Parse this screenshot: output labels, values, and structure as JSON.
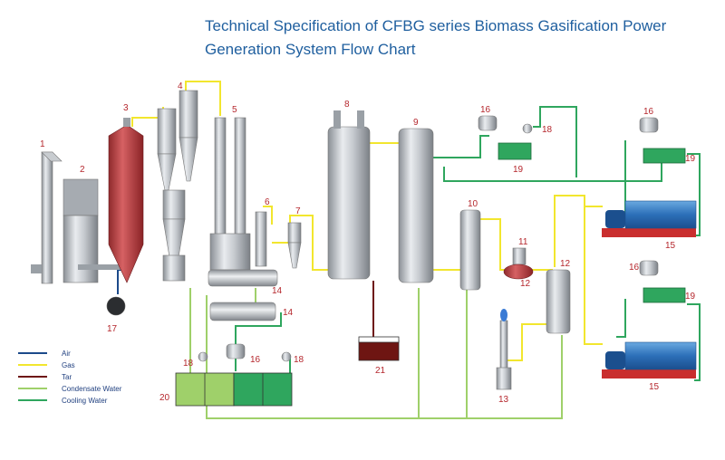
{
  "title": {
    "line1": "Technical Specification of CFBG series Biomass Gasification Power",
    "line2": "Generation System Flow Chart"
  },
  "colors": {
    "air": "#1c4a8a",
    "gas": "#f2e62e",
    "tar": "#6e1512",
    "condensate_water": "#9fd06a",
    "cooling_water": "#2fa65e",
    "label": "#b5272d",
    "title": "#1f5f9f"
  },
  "legend": [
    {
      "label": "Air",
      "key": "air"
    },
    {
      "label": "Gas",
      "key": "gas"
    },
    {
      "label": "Tar",
      "key": "tar"
    },
    {
      "label": "Condensate Water",
      "key": "condensate_water"
    },
    {
      "label": "Cooling Water",
      "key": "cooling_water"
    }
  ],
  "labels": {
    "n1": "1",
    "n2": "2",
    "n3": "3",
    "n4": "4",
    "n5": "5",
    "n6": "6",
    "n7": "7",
    "n8": "8",
    "n9": "9",
    "n10": "10",
    "n11": "11",
    "n12a": "12",
    "n12b": "12",
    "n13": "13",
    "n14a": "14",
    "n14b": "14",
    "n15a": "15",
    "n15b": "15",
    "n16a": "16",
    "n16b": "16",
    "n16c": "16",
    "n16d": "16",
    "n17": "17",
    "n18a": "18",
    "n18b": "18",
    "n18c": "18",
    "n19a": "19",
    "n19b": "19",
    "n19c": "19",
    "n20": "20",
    "n21": "21"
  }
}
